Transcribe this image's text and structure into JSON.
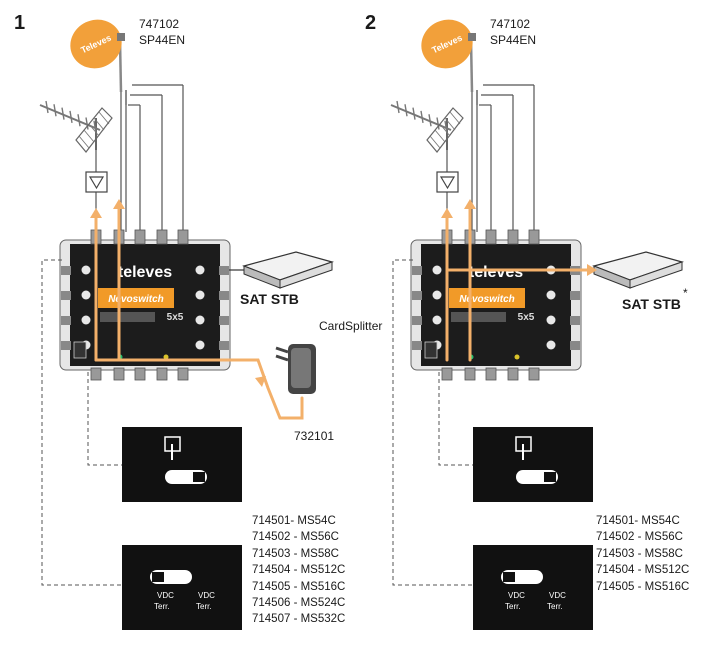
{
  "panels": [
    {
      "number": "1",
      "dish_codes": [
        "747102",
        "SP44EN"
      ],
      "dish_brand": "Televes",
      "switch_brand": "televes",
      "switch_model": "Nevoswitch",
      "switch_size": "5x5",
      "stb_label": "SAT STB",
      "card_splitter": "CardSplitter",
      "psu_code": "732101",
      "models": [
        "714501- MS54C",
        "714502 - MS56C",
        "714503 - MS58C",
        "714504 - MS512C",
        "714505 - MS516C",
        "714506 - MS524C",
        "714507 - MS532C"
      ],
      "switch_terms": [
        "VDC",
        "Terr.",
        "VDC",
        "Terr."
      ]
    },
    {
      "number": "2",
      "dish_codes": [
        "747102",
        "SP44EN"
      ],
      "dish_brand": "Televes",
      "switch_brand": "televes",
      "switch_model": "Nevoswitch",
      "switch_size": "5x5",
      "stb_label": "SAT STB",
      "stb_asterisk": "*",
      "models": [
        "714501- MS54C",
        "714502 - MS56C",
        "714503 - MS58C",
        "714504 - MS512C",
        "714505 - MS516C"
      ],
      "switch_terms": [
        "VDC",
        "Terr.",
        "VDC",
        "Terr."
      ]
    }
  ],
  "colors": {
    "signal": "#f3b06a",
    "dish": "#f2a03a",
    "line": "#555555",
    "black": "#111111",
    "switch_body": "#1c1c1c",
    "label_orange": "#f19a28"
  },
  "icons": [
    "dish-icon",
    "terrestrial-antenna-icon",
    "amplifier-triangle-icon",
    "power-adapter-icon",
    "set-top-box-icon",
    "switch-lever-icon"
  ]
}
